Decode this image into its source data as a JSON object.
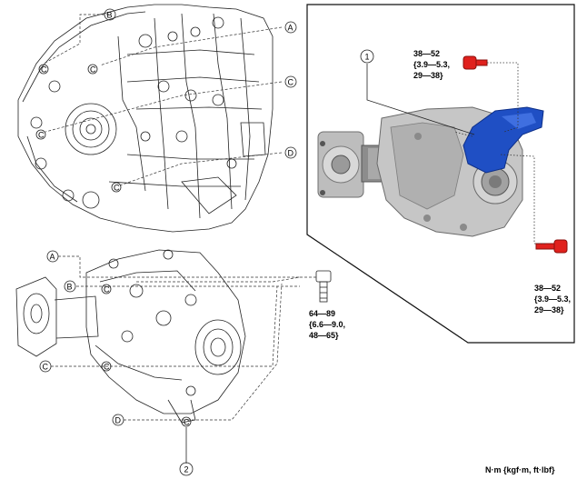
{
  "callouts": {
    "A": "A",
    "B": "B",
    "C": "C",
    "D": "D",
    "part1": "1",
    "part2": "2",
    "c_marker": "C"
  },
  "torque_top": [
    "38—52",
    "{3.9—5.3,",
    "29—38}"
  ],
  "torque_mid": [
    "64—89",
    "{6.6—9.0,",
    "48—65}"
  ],
  "torque_bottom": [
    "38—52",
    "{3.9—5.3,",
    "29—38}"
  ],
  "units": "N·m {kgf·m, ft·lbf}",
  "colors": {
    "highlight_blue": "#1f4fc4",
    "bolt_red": "#e0211d",
    "line": "#222222"
  }
}
